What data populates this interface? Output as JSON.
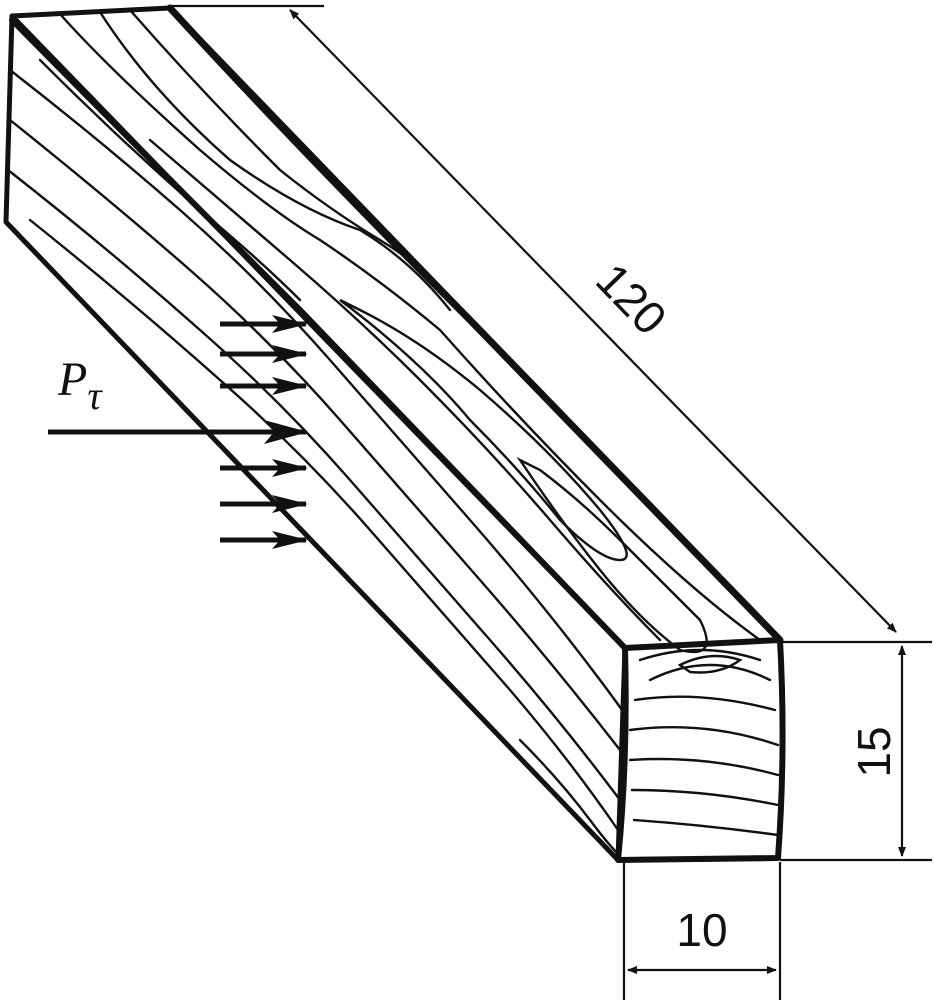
{
  "diagram": {
    "dimensions": {
      "length": "120",
      "height": "15",
      "width": "10"
    },
    "force": {
      "symbol": "P",
      "subscript": "τ"
    },
    "colors": {
      "ink": "#111111",
      "background": "#ffffff"
    }
  }
}
